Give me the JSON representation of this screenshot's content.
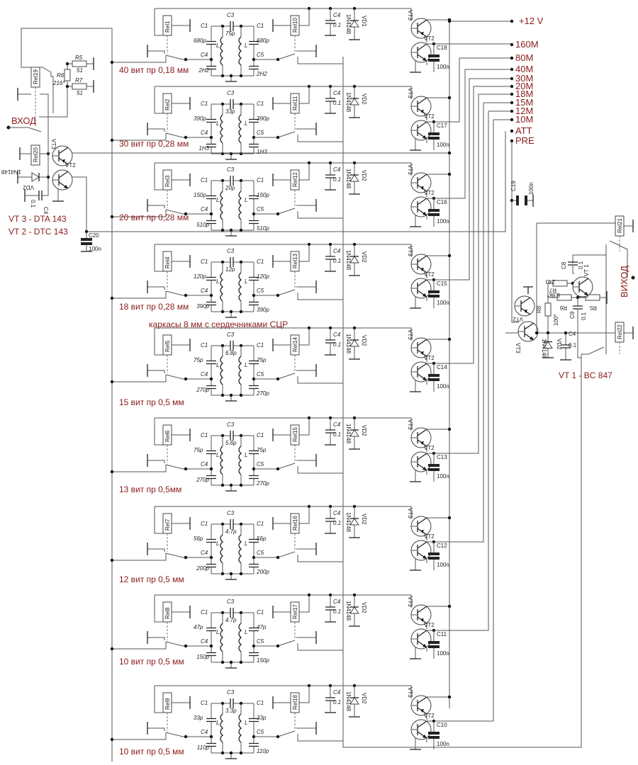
{
  "common": {
    "c1": "C1",
    "c3": "C3",
    "c4": "C4",
    "c5": "C5",
    "l": "L",
    "bypass_val": "0.1",
    "diode": "1N4148",
    "vt3": "VT3",
    "vt2": "VT2",
    "cap_val": "100n"
  },
  "blocks": [
    {
      "rel_left": "Rel1",
      "rel_right": "Rel10",
      "c1": "680p",
      "c3": "75p",
      "c45": "2H2",
      "winding": "40 вит пр 0,18 мм",
      "vd": "VD1",
      "cout": "C18"
    },
    {
      "rel_left": "Rel2",
      "rel_right": "Rel11",
      "c1": "390p",
      "c3": "33p",
      "c45": "1H3",
      "winding": "30 вит пр 0,28 мм",
      "vd": "VD2",
      "cout": "C17"
    },
    {
      "rel_left": "Rel3",
      "rel_right": "Rel12",
      "c1": "150p",
      "c3": "20p",
      "c45": "510p",
      "winding": "20 вит пр 0,28 мм",
      "vd": "VD2",
      "cout": "C16"
    },
    {
      "rel_left": "Rel4",
      "rel_right": "Rel13",
      "c1": "120p",
      "c3": "12p",
      "c45": "390p",
      "winding": "18 вит пр 0,28 мм",
      "vd": "VD2",
      "cout": "C15"
    },
    {
      "rel_left": "Rel5",
      "rel_right": "Rel14",
      "c1": "75p",
      "c3": "6.8p",
      "c45": "270p",
      "winding": "15 вит пр 0,5 мм",
      "vd": "VD2",
      "cout": "C14"
    },
    {
      "rel_left": "Rel6",
      "rel_right": "Rel15",
      "c1": "75p",
      "c3": "5.6p",
      "c45": "270p",
      "winding": "13 вит пр 0,5мм",
      "vd": "VD2",
      "cout": "C13"
    },
    {
      "rel_left": "Rel7",
      "rel_right": "Rel16",
      "c1": "56p",
      "c3": "4.7p",
      "c45": "200p",
      "winding": "12 вит пр 0,5 мм",
      "vd": "VD2",
      "cout": "C12"
    },
    {
      "rel_left": "Rel8",
      "rel_right": "Rel17",
      "c1": "47p",
      "c3": "4.7p",
      "c45": "150p",
      "winding": "10 вит пр 0,5 мм",
      "vd": "VD2",
      "cout": "C11"
    },
    {
      "rel_left": "Rel9",
      "rel_right": "Rel18",
      "c1": "33p",
      "c3": "3.3p",
      "c45": "110p",
      "winding": "10 вит пр 0,5 мм",
      "vd": "VD2",
      "cout": "C10"
    }
  ],
  "core_note": "каркасы 8 мм с сердечниками СЦР",
  "power_label": "+12 V",
  "control_labels": [
    "160M",
    "80M",
    "40M",
    "30M",
    "20M",
    "18M",
    "15M",
    "12M",
    "10M",
    "ATT",
    "PRE"
  ],
  "input_section": {
    "input_label": "ВХОД",
    "rel_a": "Rel19",
    "rel_b": "Rel20",
    "r5": "R5",
    "r5_val": "51",
    "r6": "R6",
    "r6_val": "216*",
    "r7": "R7",
    "r7_val": "51",
    "vt3": "VT3",
    "vt2": "VT2",
    "vd": "VD2",
    "diode": "1N4148",
    "cap": "C4",
    "cap_val": "0.1",
    "c20": "C20",
    "c20_val": "100n",
    "note1": "VT 3 - DTA 143",
    "note2": "VT 2 - DTC 143"
  },
  "output_section": {
    "output_label": "ВИХОД",
    "rel_a": "Rel21",
    "rel_b": "Rel22",
    "c19": "C19",
    "c19_val": "100n",
    "c8": "C8",
    "c8_val": "0.1",
    "r7": "R7",
    "r7_val": "240",
    "r6": "R6",
    "r6_val": "6,8k*",
    "r5": "R5",
    "r5_val": "560",
    "c9": "C9",
    "c9_val": "0.1",
    "r8": "R8",
    "r8_val": "100*",
    "vd": "VD2",
    "diode": "1N4148",
    "c4": "C4",
    "c4_val": "0.1",
    "vt1": "VT 1",
    "vt2": "VT2",
    "vt3": "VT3",
    "note": "VT 1 - BC 847"
  }
}
